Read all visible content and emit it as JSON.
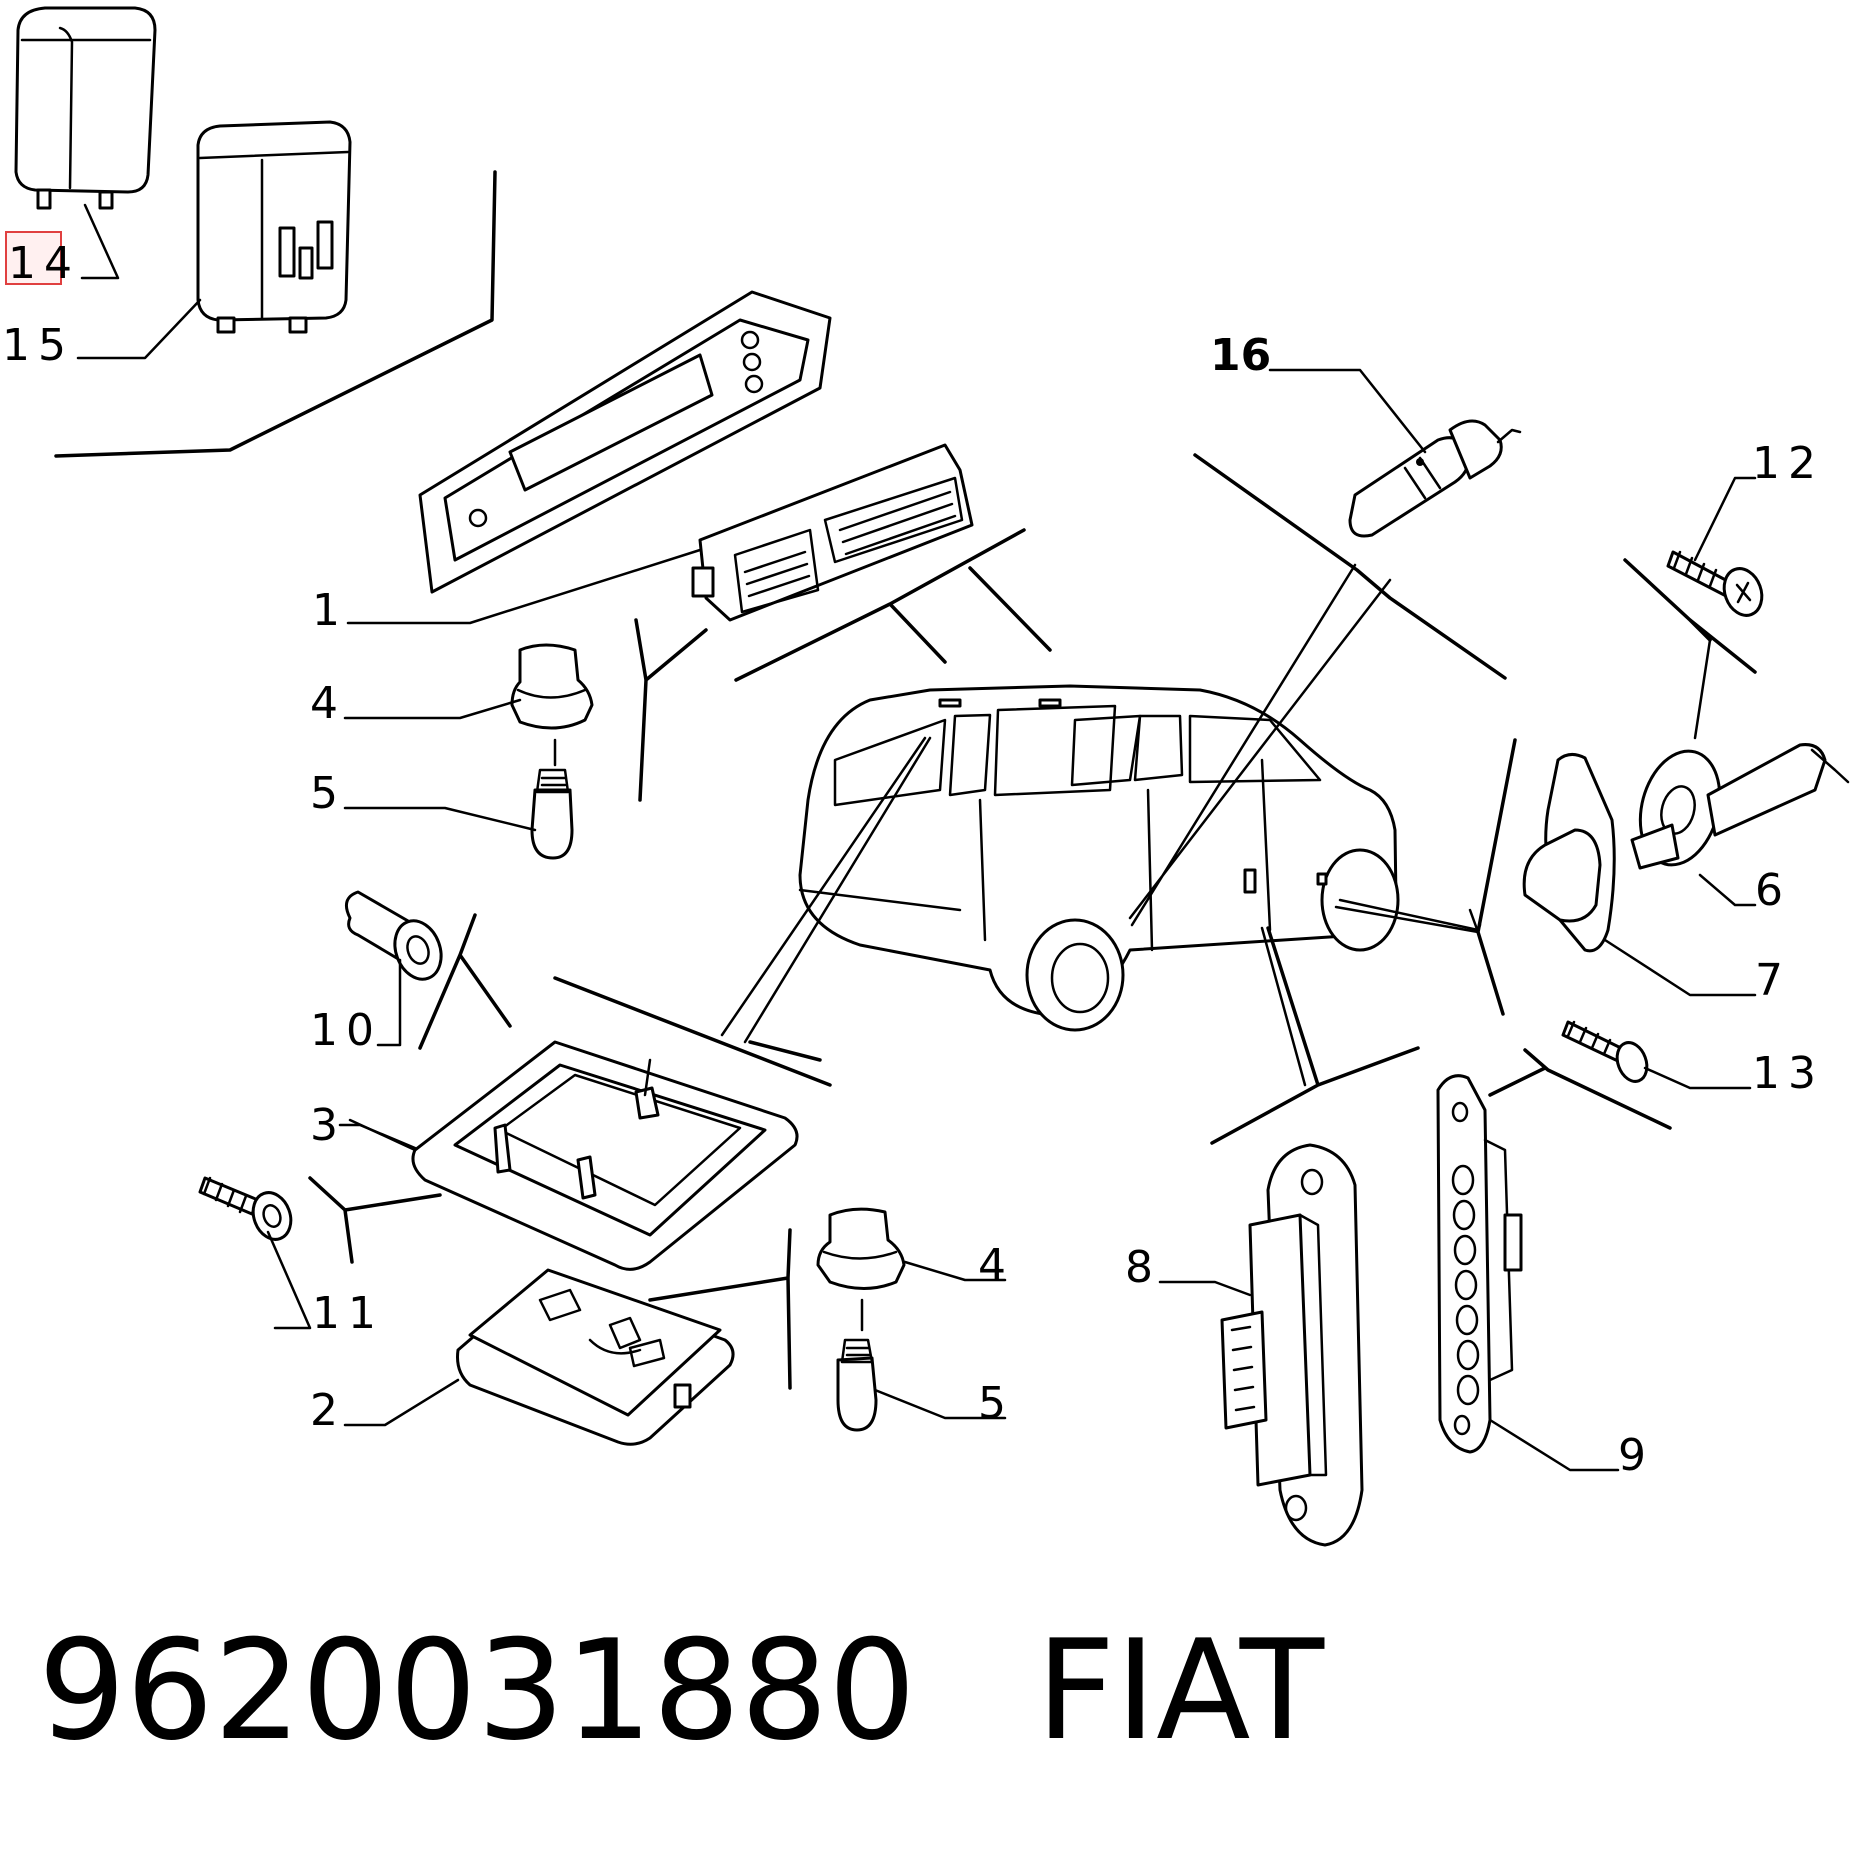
{
  "callouts": {
    "c1": "1",
    "c2": "2",
    "c3": "3",
    "c4a": "4",
    "c4b": "4",
    "c5a": "5",
    "c5b": "5",
    "c6": "6",
    "c7": "7",
    "c8": "8",
    "c9": "9",
    "c10": "10",
    "c11": "11",
    "c12": "12",
    "c13": "13",
    "c14": "14",
    "c15": "15",
    "c16": "16"
  },
  "highlighted_callout": "14",
  "footer": {
    "part_number": "9620031880",
    "brand": "FIAT"
  }
}
